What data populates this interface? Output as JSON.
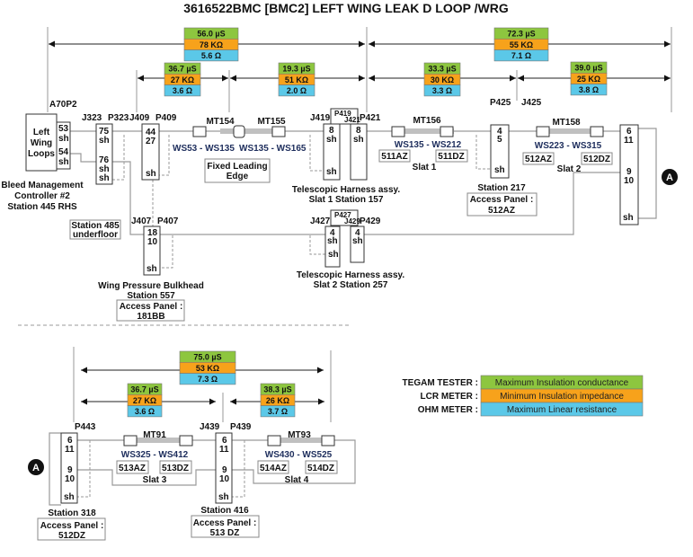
{
  "title": "3616522BMC [BMC2] LEFT WING LEAK D LOOP /WRG",
  "colors": {
    "tegam": "#8dc63f",
    "lcr": "#f7a21b",
    "ohm": "#5bc8e8"
  },
  "measurements": {
    "upper_left_total": {
      "conductance": "56.0 µS",
      "impedance": "78 KΩ",
      "resistance": "5.6 Ω"
    },
    "upper_right_total": {
      "conductance": "72.3 µS",
      "impedance": "55 KΩ",
      "resistance": "7.1 Ω"
    },
    "upper_seg1": {
      "conductance": "36.7 µS",
      "impedance": "27 KΩ",
      "resistance": "3.6 Ω"
    },
    "upper_seg2": {
      "conductance": "19.3 µS",
      "impedance": "51 KΩ",
      "resistance": "2.0 Ω"
    },
    "upper_seg3": {
      "conductance": "33.3 µS",
      "impedance": "30 KΩ",
      "resistance": "3.3 Ω"
    },
    "upper_seg4": {
      "conductance": "39.0 µS",
      "impedance": "25 KΩ",
      "resistance": "3.8 Ω"
    },
    "lower_total": {
      "conductance": "75.0 µS",
      "impedance": "53 KΩ",
      "resistance": "7.3 Ω"
    },
    "lower_seg1": {
      "conductance": "36.7 µS",
      "impedance": "27 KΩ",
      "resistance": "3.6 Ω"
    },
    "lower_seg2": {
      "conductance": "38.3 µS",
      "impedance": "26 KΩ",
      "resistance": "3.7 Ω"
    }
  },
  "legend": [
    {
      "label": "TEGAM TESTER :",
      "desc": "Maximum Insulation conductance"
    },
    {
      "label": "LCR METER :",
      "desc": "Minimum Insulation impedance"
    },
    {
      "label": "OHM METER :",
      "desc": "Maximum Linear resistance"
    }
  ],
  "upper": {
    "a70p2": "A70P2",
    "loops": [
      "Left",
      "Wing",
      "Loops"
    ],
    "loops_pins": [
      "53",
      "sh",
      "54",
      "sh"
    ],
    "bmc": [
      "Bleed Management",
      "Controller #2",
      "Station 445 RHS"
    ],
    "j323": "J323",
    "p323": "P323",
    "p323_pins": [
      "75",
      "sh",
      "76",
      "sh",
      "sh"
    ],
    "j409": "J409",
    "p409": "P409",
    "p409_pins": [
      "44",
      "27",
      "sh"
    ],
    "mt154": "MT154",
    "mt155": "MT155",
    "ws_a": "WS53 - WS135",
    "ws_b": "WS135 - WS165",
    "fixed_le": [
      "Fixed Leading",
      "Edge"
    ],
    "j419": "J419",
    "p419": "P419",
    "j421": "J421",
    "p421": "P421",
    "j419_pins": [
      "8",
      "sh",
      "sh"
    ],
    "p421_pins": [
      "8",
      "sh"
    ],
    "tele1": [
      "Telescopic Harness assy.",
      "Slat 1  Station 157"
    ],
    "mt156": "MT156",
    "ws_c": "WS135 - WS212",
    "az1": "511AZ",
    "dz1": "511DZ",
    "slat1": "Slat 1",
    "p425": "P425",
    "j425": "J425",
    "st217_pins": [
      "4",
      "5",
      "sh"
    ],
    "st217": "Station 217",
    "ap217": [
      "Access Panel :",
      "512AZ"
    ],
    "mt158": "MT158",
    "ws_d": "WS223 - WS315",
    "az2": "512AZ",
    "dz2": "512DZ",
    "slat2": "Slat 2",
    "right_pins": [
      "6",
      "11",
      "9",
      "10",
      "sh"
    ],
    "ref_a": "A",
    "st485": [
      "Station 485",
      "underfloor"
    ],
    "j407": "J407",
    "p407": "P407",
    "p407_pins": [
      "18",
      "10",
      "sh"
    ],
    "wpb": [
      "Wing Pressure Bulkhead",
      "Station 557"
    ],
    "ap557": [
      "Access Panel :",
      "181BB"
    ],
    "j427": "J427",
    "p427": "P427",
    "j429": "J429",
    "p429": "P429",
    "j427_pins": [
      "4",
      "sh",
      "sh"
    ],
    "p429_pins": [
      "4",
      "sh"
    ],
    "tele2": [
      "Telescopic Harness assy.",
      "Slat 2  Station 257"
    ]
  },
  "lower": {
    "ref_a": "A",
    "p443": "P443",
    "p443_pins": [
      "6",
      "11",
      "9",
      "10",
      "sh"
    ],
    "st318": "Station 318",
    "ap318": [
      "Access Panel :",
      "512DZ"
    ],
    "mt91": "MT91",
    "ws_e": "WS325 - WS412",
    "az3": "513AZ",
    "dz3": "513DZ",
    "slat3": "Slat 3",
    "j439": "J439",
    "p439": "P439",
    "p439_pins": [
      "6",
      "11",
      "9",
      "10",
      "sh"
    ],
    "st416": "Station 416",
    "ap416": [
      "Access Panel :",
      "513 DZ"
    ],
    "mt93": "MT93",
    "ws_f": "WS430 - WS525",
    "az4": "514AZ",
    "dz4": "514DZ",
    "slat4": "Slat 4"
  }
}
